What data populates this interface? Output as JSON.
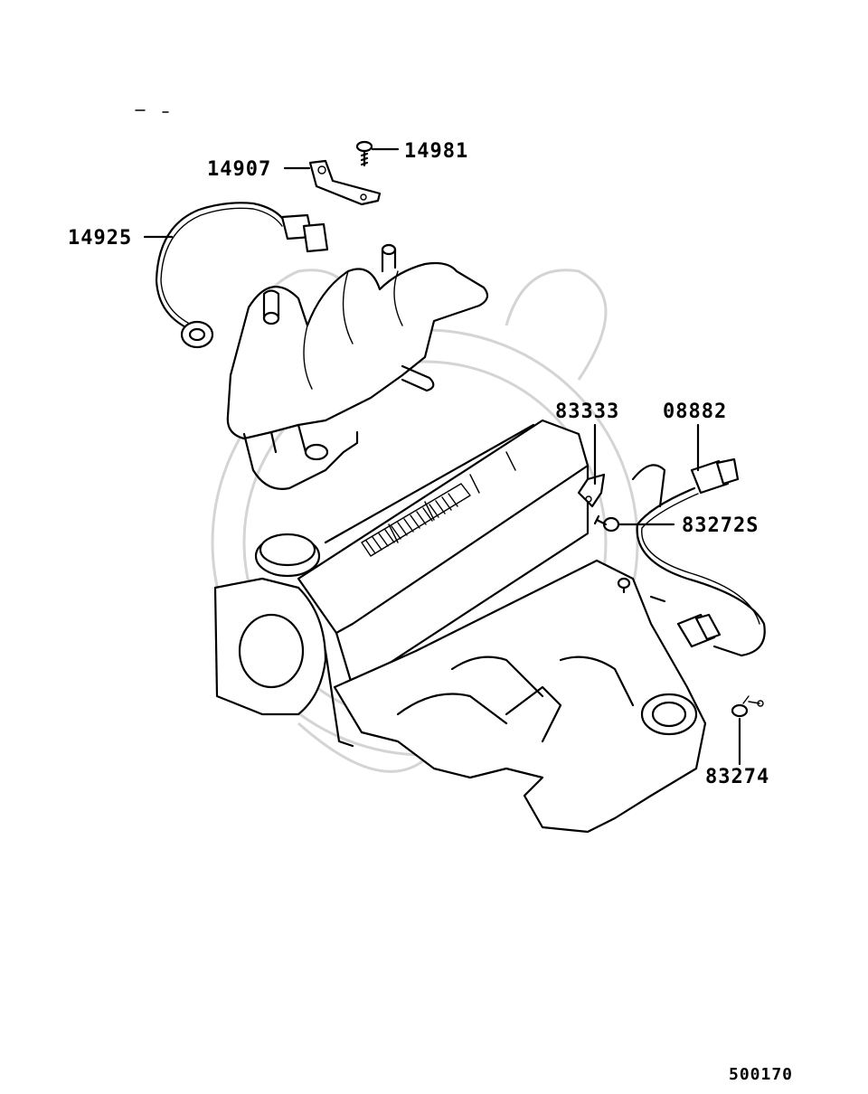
{
  "figure_id": "500170",
  "callouts": [
    {
      "id": "c14981",
      "part_number": "14981"
    },
    {
      "id": "c14907",
      "part_number": "14907"
    },
    {
      "id": "c14925",
      "part_number": "14925"
    },
    {
      "id": "c83333",
      "part_number": "83333"
    },
    {
      "id": "c08882",
      "part_number": "08882"
    },
    {
      "id": "c83272s",
      "part_number": "83272S"
    },
    {
      "id": "c83274",
      "part_number": "83274"
    }
  ]
}
